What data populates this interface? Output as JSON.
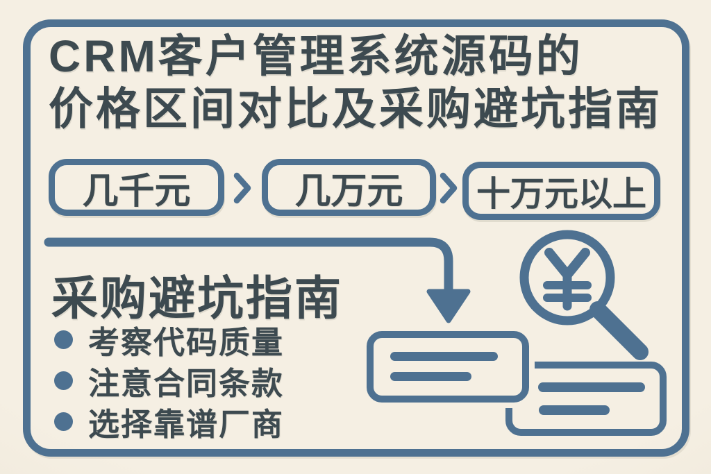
{
  "colors": {
    "background": "#f2ecdf",
    "accent": "#4e7191",
    "text": "#3d4a50"
  },
  "title": {
    "line1": "CRM客户管理系统源码的",
    "line2": "价格区间对比及采购避坑指南"
  },
  "price_tiers": {
    "items": [
      {
        "label": "几千元"
      },
      {
        "label": "几万元"
      },
      {
        "label": "十万元以上"
      }
    ]
  },
  "guide": {
    "heading": "采购避坑指南",
    "bullets": [
      {
        "label": "考察代码质量"
      },
      {
        "label": "注意合同条款"
      },
      {
        "label": "选择靠谱厂商"
      }
    ]
  },
  "icons": {
    "chevron_right": "›",
    "flow_arrow": "down-arrow",
    "yen_magnifier": "¥"
  }
}
